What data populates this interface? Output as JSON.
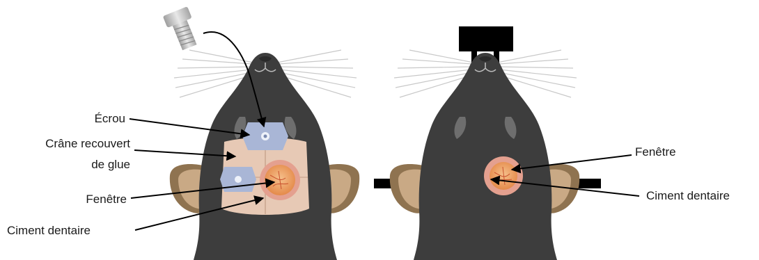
{
  "left_panel": {
    "labels": {
      "nut": "Écrou",
      "skull_line1": "Crâne recouvert",
      "skull_line2": "de glue",
      "window": "Fenêtre",
      "cement": "Ciment dentaire"
    }
  },
  "right_panel": {
    "labels": {
      "window": "Fenêtre",
      "cement": "Ciment dentaire"
    }
  },
  "colors": {
    "mouse_body": "#3d3d3d",
    "ear_outer": "#8f7350",
    "ear_inner": "#c9a985",
    "skull_area": "#e7c9b5",
    "nut": "#a9b6d6",
    "window_ring": "#e4a08f",
    "brain": "#ef9c5e",
    "screw": "#c7c7c7",
    "head_plate": "#000000"
  },
  "icons": [
    "screw-icon",
    "head-plate-icon",
    "whiskers-icon"
  ]
}
